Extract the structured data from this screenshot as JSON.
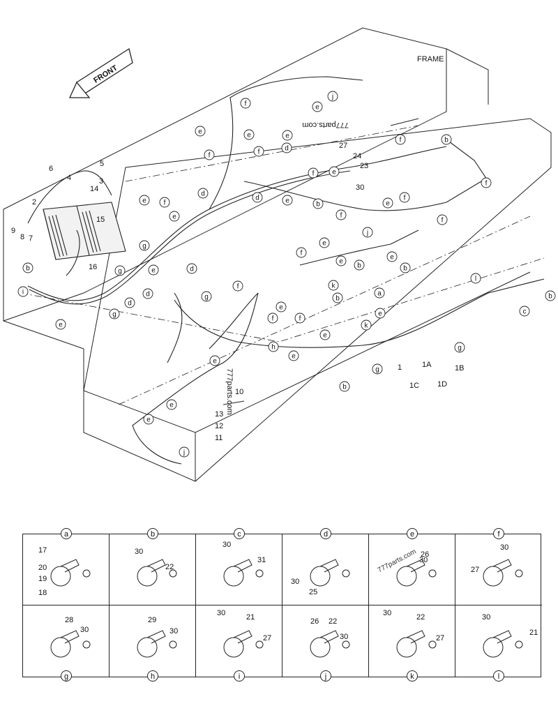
{
  "diagram": {
    "frame_label": "FRAME",
    "front_label": "FRONT",
    "watermark": "777parts.com",
    "part_numbers": [
      "1",
      "1A",
      "1B",
      "1C",
      "1D",
      "2",
      "3",
      "4",
      "5",
      "6",
      "7",
      "8",
      "9",
      "10",
      "11",
      "12",
      "13",
      "14",
      "15",
      "16",
      "23",
      "24",
      "27",
      "30"
    ],
    "clamp_letters": [
      "a",
      "b",
      "c",
      "d",
      "e",
      "f",
      "g",
      "h",
      "i",
      "j",
      "k",
      "l"
    ]
  },
  "parts_table": {
    "top_row": [
      {
        "letter": "a",
        "parts": [
          "17",
          "20",
          "19",
          "18"
        ]
      },
      {
        "letter": "b",
        "parts": [
          "30",
          "22"
        ]
      },
      {
        "letter": "c",
        "parts": [
          "30",
          "31"
        ]
      },
      {
        "letter": "d",
        "parts": [
          "30",
          "25"
        ]
      },
      {
        "letter": "e",
        "parts": [
          "26",
          "30"
        ],
        "watermark": "777parts.com"
      },
      {
        "letter": "f",
        "parts": [
          "30",
          "27"
        ]
      }
    ],
    "bottom_row": [
      {
        "letter": "g",
        "parts": [
          "28",
          "30"
        ]
      },
      {
        "letter": "h",
        "parts": [
          "29",
          "30"
        ]
      },
      {
        "letter": "i",
        "parts": [
          "30",
          "21",
          "27"
        ]
      },
      {
        "letter": "j",
        "parts": [
          "26",
          "22",
          "30"
        ]
      },
      {
        "letter": "k",
        "parts": [
          "30",
          "22",
          "27"
        ]
      },
      {
        "letter": "l",
        "parts": [
          "30",
          "21"
        ]
      }
    ]
  }
}
